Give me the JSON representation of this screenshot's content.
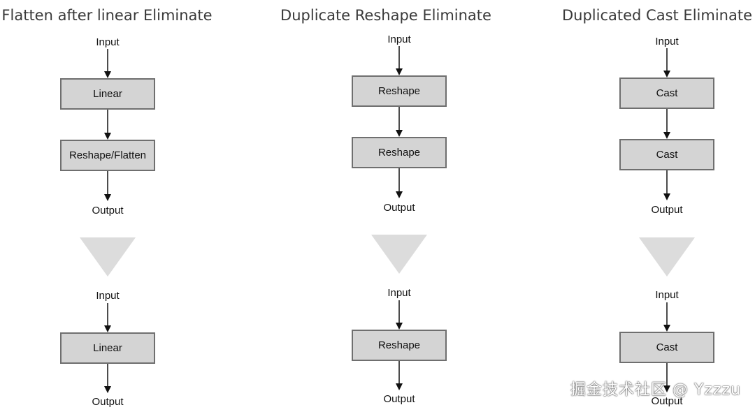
{
  "panels": [
    {
      "title": "Flatten after linear Eliminate",
      "before": {
        "input": "Input",
        "boxes": [
          "Linear",
          "Reshape/Flatten"
        ],
        "output": "Output"
      },
      "after": {
        "input": "Input",
        "boxes": [
          "Linear"
        ],
        "output": "Output"
      }
    },
    {
      "title": "Duplicate Reshape Eliminate",
      "before": {
        "input": "Input",
        "boxes": [
          "Reshape",
          "Reshape"
        ],
        "output": "Output"
      },
      "after": {
        "input": "Input",
        "boxes": [
          "Reshape"
        ],
        "output": "Output"
      }
    },
    {
      "title": "Duplicated Cast Eliminate",
      "before": {
        "input": "Input",
        "boxes": [
          "Cast",
          "Cast"
        ],
        "output": "Output"
      },
      "after": {
        "input": "Input",
        "boxes": [
          "Cast"
        ],
        "output": "Output"
      }
    }
  ],
  "watermark": "掘金技术社区 @ Yzzzu",
  "colors": {
    "box_fill": "#d4d4d4",
    "box_border": "#6f6f6f",
    "transform_arrow": "#dcdcdc"
  }
}
